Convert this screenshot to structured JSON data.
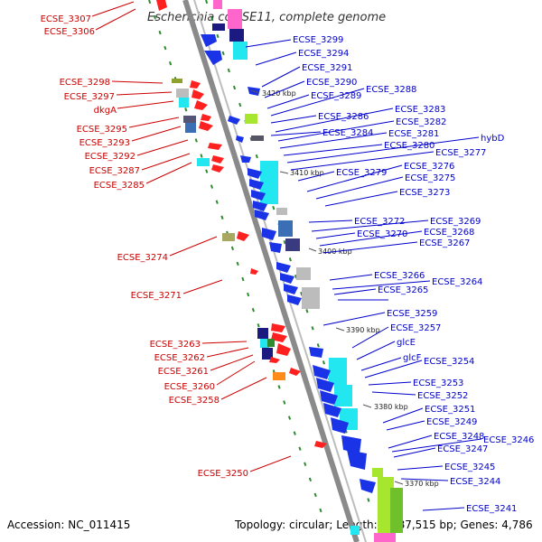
{
  "title": "Escherichia coli SE11, complete genome",
  "footer": {
    "accession": "Accession: NC_011415",
    "topology": "Topology: circular; Length: 4,887,515 bp; Genes: 4,786"
  },
  "scale_labels": [
    "3420 kbp",
    "3410 kbp",
    "3400 kbp",
    "3390 kbp",
    "3380 kbp",
    "3370 kbp"
  ],
  "left_labels": [
    "ECSE_3307",
    "ECSE_3306",
    "ECSE_3298",
    "ECSE_3297",
    "dkgA",
    "ECSE_3295",
    "ECSE_3293",
    "ECSE_3292",
    "ECSE_3287",
    "ECSE_3285",
    "ECSE_3274",
    "ECSE_3271",
    "ECSE_3263",
    "ECSE_3262",
    "ECSE_3261",
    "ECSE_3260",
    "ECSE_3258",
    "ECSE_3250"
  ],
  "right_labels": [
    "ECSE_3299",
    "ECSE_3294",
    "ECSE_3291",
    "ECSE_3290",
    "ECSE_3289",
    "ECSE_3288",
    "ECSE_3286",
    "ECSE_3283",
    "ECSE_3282",
    "ECSE_3284",
    "ECSE_3281",
    "ECSE_3280",
    "hybD",
    "ECSE_3277",
    "ECSE_3279",
    "ECSE_3276",
    "ECSE_3275",
    "ECSE_3273",
    "ECSE_3272",
    "ECSE_3269",
    "ECSE_3270",
    "ECSE_3268",
    "ECSE_3267",
    "ECSE_3266",
    "ECSE_3264",
    "ECSE_3265",
    "ECSE_3259",
    "ECSE_3257",
    "glcE",
    "glcF",
    "ECSE_3254",
    "ECSE_3253",
    "ECSE_3252",
    "ECSE_3251",
    "ECSE_3249",
    "ECSE_3248",
    "ECSE_3246",
    "ECSE_3247",
    "ECSE_3245",
    "ECSE_3244",
    "ECSE_3241"
  ],
  "colors": {
    "backbone": "#888888",
    "left_label": "#cc0000",
    "right_label": "#0000cc",
    "dotted_track": "#2e8b2e",
    "forward_gene": "#ff2020",
    "reverse_gene": "#1a33e6",
    "cyan_gene": "#22e6f0",
    "gray_gene": "#bcbcbc",
    "navy_gene": "#1a1a80",
    "green_gene": "#a6e62e"
  }
}
